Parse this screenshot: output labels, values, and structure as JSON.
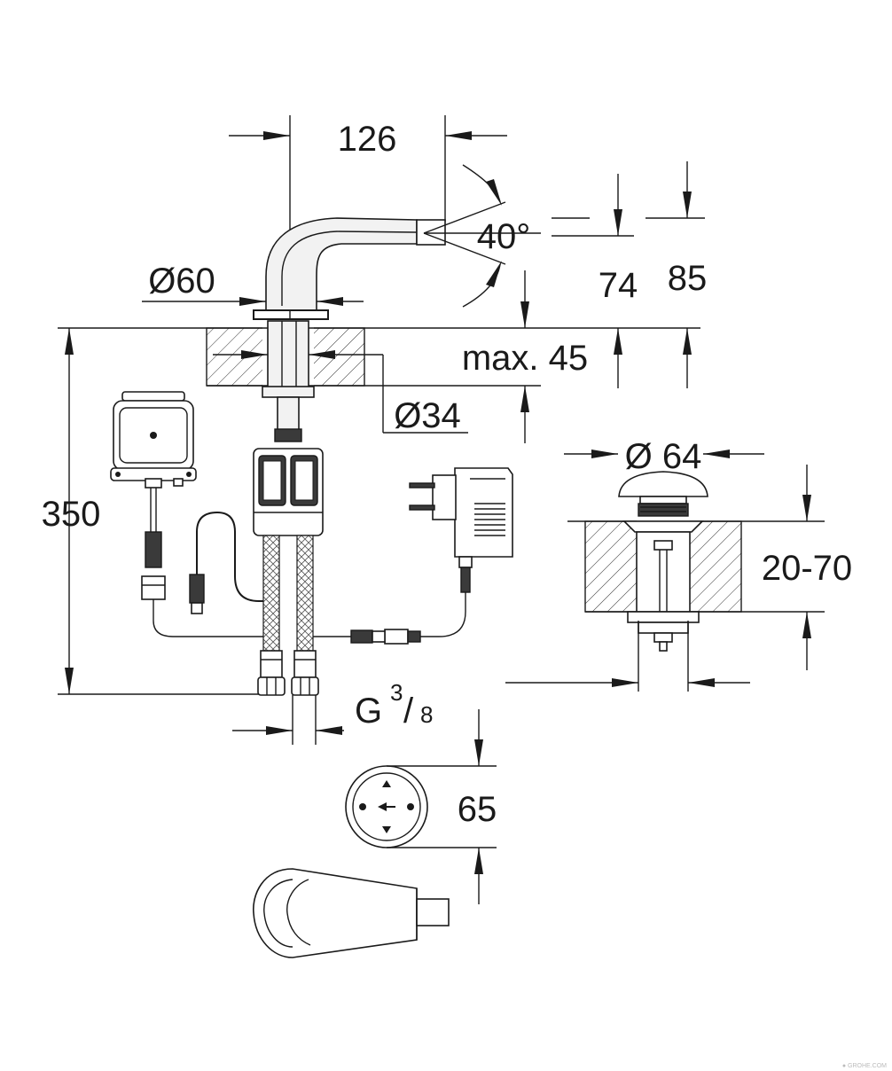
{
  "drawing": {
    "dimensions": {
      "spout_reach": "126",
      "spout_angle": "40°",
      "base_diameter": "Ø60",
      "height_74": "74",
      "height_85": "85",
      "deck_thickness": "max. 45",
      "shank_diameter": "Ø34",
      "total_height": "350",
      "waste_diameter": "Ø 64",
      "waste_deck_range": "20-70",
      "connection_thread": "G",
      "thread_num": "3",
      "thread_den": "8",
      "sensor_diameter": "65"
    },
    "watermark": "● GROHE.COM"
  }
}
